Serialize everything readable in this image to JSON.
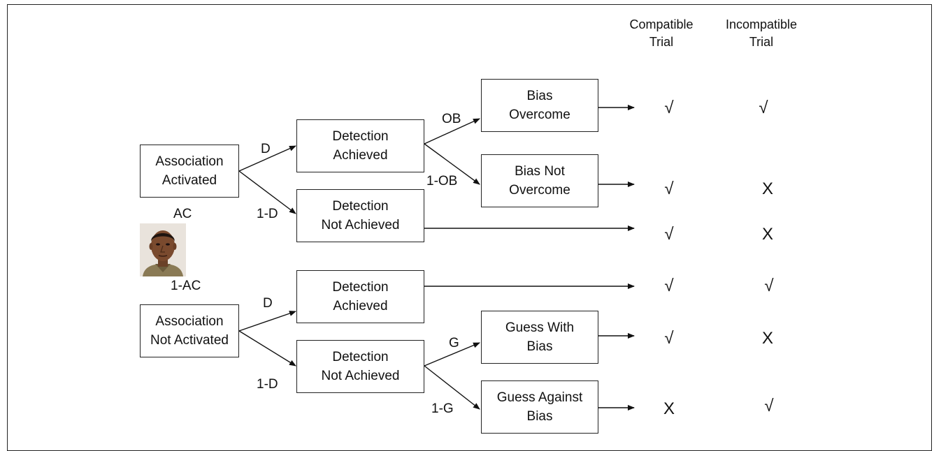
{
  "headers": {
    "compatible": [
      "Compatible",
      "Trial"
    ],
    "incompatible": [
      "Incompatible",
      "Trial"
    ]
  },
  "nodes": {
    "assoc_activated": [
      "Association",
      "Activated"
    ],
    "assoc_not_activated": [
      "Association",
      "Not Activated"
    ],
    "det_achieved_1": [
      "Detection",
      "Achieved"
    ],
    "det_not_achieved_1": [
      "Detection",
      "Not Achieved"
    ],
    "det_achieved_2": [
      "Detection",
      "Achieved"
    ],
    "det_not_achieved_2": [
      "Detection",
      "Not Achieved"
    ],
    "bias_overcome": [
      "Bias",
      "Overcome"
    ],
    "bias_not_overcome": [
      "Bias Not",
      "Overcome"
    ],
    "guess_with_bias": [
      "Guess With",
      "Bias"
    ],
    "guess_against_bias": [
      "Guess Against",
      "Bias"
    ]
  },
  "edge_labels": {
    "ac": "AC",
    "one_minus_ac": "1-AC",
    "d_top": "D",
    "one_minus_d_top": "1-D",
    "d_bottom": "D",
    "one_minus_d_bottom": "1-D",
    "ob": "OB",
    "one_minus_ob": "1-OB",
    "g": "G",
    "one_minus_g": "1-G"
  },
  "outcomes": [
    {
      "compatible": "√",
      "incompatible": "√"
    },
    {
      "compatible": "√",
      "incompatible": "X"
    },
    {
      "compatible": "√",
      "incompatible": "X"
    },
    {
      "compatible": "√",
      "incompatible": "√"
    },
    {
      "compatible": "√",
      "incompatible": "X"
    },
    {
      "compatible": "X",
      "incompatible": "√"
    }
  ]
}
